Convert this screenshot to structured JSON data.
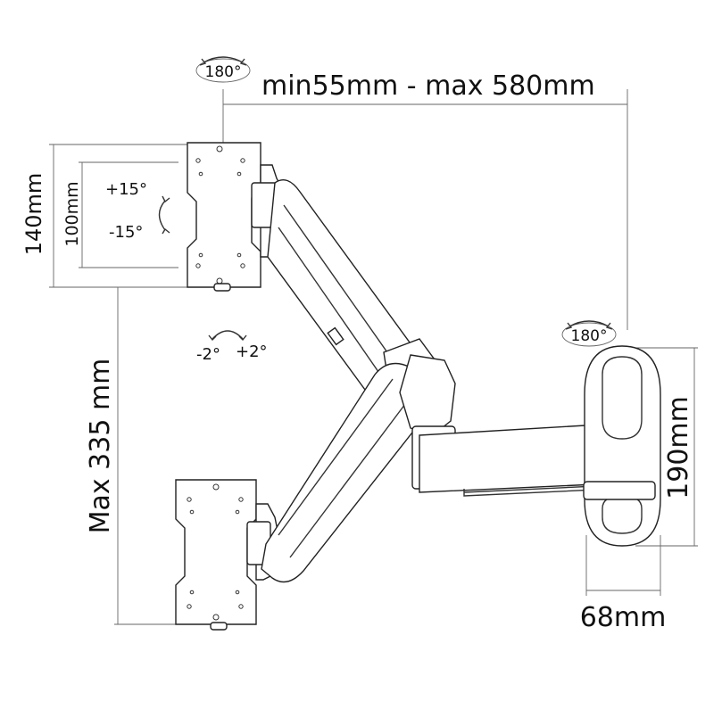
{
  "dimensions": {
    "reach": "min55mm - max 580mm",
    "plate_height": "140mm",
    "vesa": "100mm",
    "height_range": "Max 335 mm",
    "wall_plate_height": "190mm",
    "wall_plate_depth": "68mm"
  },
  "rotation": {
    "top": "180°",
    "right": "180°",
    "tilt_up": "+15°",
    "tilt_down": "-15°",
    "level_left": "-2°",
    "level_right": "+2°"
  },
  "colors": {
    "line": "#333333",
    "text": "#111111",
    "background": "#ffffff"
  }
}
